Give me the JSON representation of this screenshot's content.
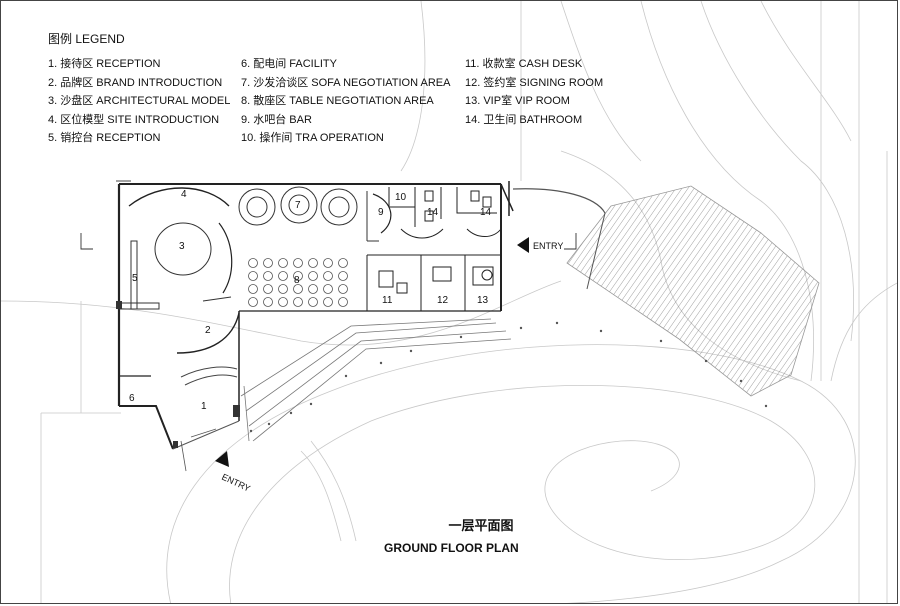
{
  "legend": {
    "title": "图例 LEGEND",
    "col1": [
      "1. 接待区  RECEPTION",
      "2. 品牌区  BRAND INTRODUCTION",
      "3. 沙盘区  ARCHITECTURAL MODEL",
      "4. 区位模型  SITE INTRODUCTION",
      "5. 销控台  RECEPTION"
    ],
    "col2": [
      "6. 配电间  FACILITY",
      "7. 沙发洽谈区  SOFA NEGOTIATION AREA",
      "8. 散座区  TABLE NEGOTIATION AREA",
      "9. 水吧台  BAR",
      "10. 操作间  TRA OPERATION"
    ],
    "col3": [
      "11. 收款室  CASH DESK",
      "12. 签约室  SIGNING ROOM",
      "13. VIP室  VIP ROOM",
      "14. 卫生间  BATHROOM"
    ]
  },
  "rooms": [
    "1",
    "2",
    "3",
    "4",
    "5",
    "6",
    "7",
    "8",
    "9",
    "10",
    "11",
    "12",
    "13",
    "14",
    "14"
  ],
  "entries": [
    "ENTRY",
    "ENTRY"
  ],
  "plan_title_cn": "一层平面图",
  "plan_title_en": "GROUND FLOOR PLAN"
}
